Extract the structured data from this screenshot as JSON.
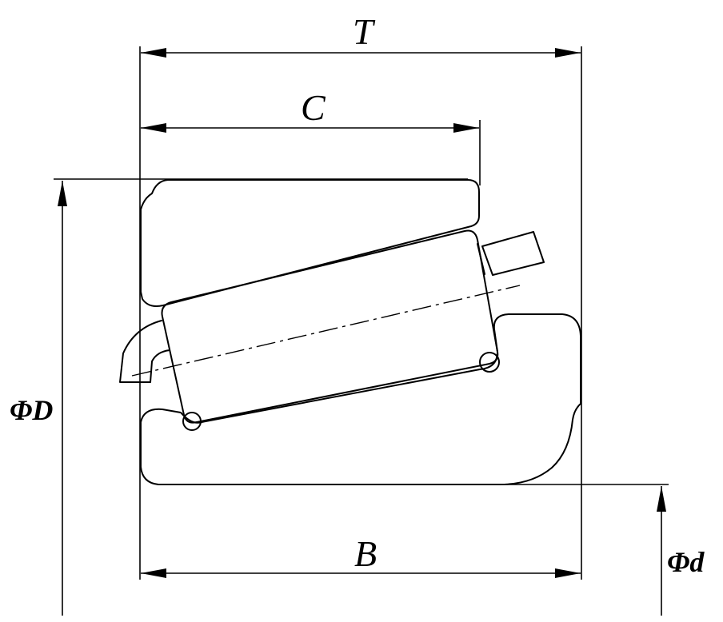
{
  "labels": {
    "T": "T",
    "C": "C",
    "B": "B",
    "D": "ΦD",
    "d": "Φd"
  },
  "colors": {
    "line": "#000000",
    "background": "#ffffff"
  }
}
